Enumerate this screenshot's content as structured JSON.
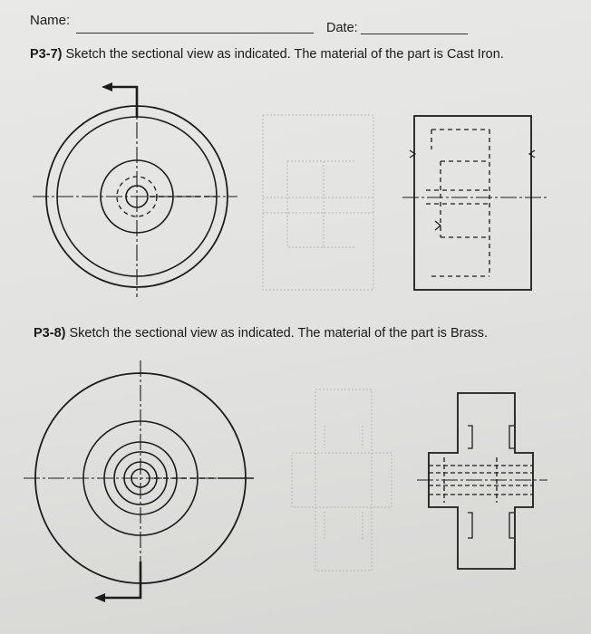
{
  "header": {
    "name_label": "Name:",
    "date_label": "Date:"
  },
  "problems": [
    {
      "id": "P3-7)",
      "text": "Sketch the sectional view as indicated. The material of the part is Cast Iron."
    },
    {
      "id": "P3-8)",
      "text": "Sketch the sectional view as indicated. The material of the part is Brass."
    }
  ],
  "colors": {
    "ink": "#1c1c1c",
    "faint": "#b9b9b6",
    "paper": "#e6e6e4"
  }
}
